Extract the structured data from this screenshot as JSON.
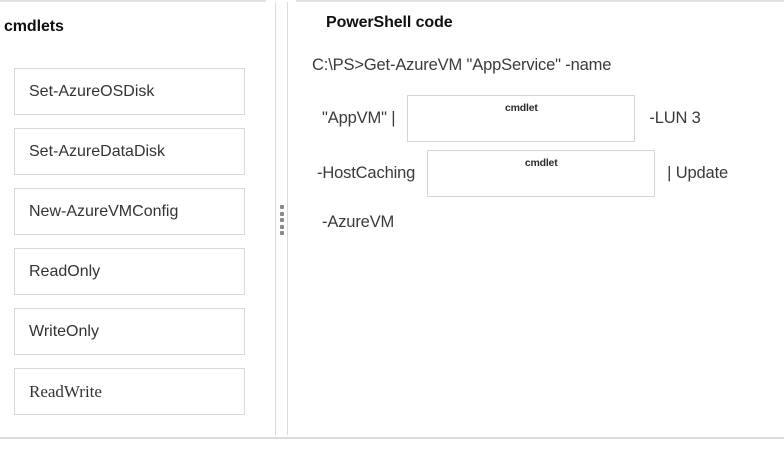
{
  "left_panel": {
    "title": "cmdlets",
    "items": [
      {
        "label": "Set-AzureOSDisk",
        "style": "sans"
      },
      {
        "label": "Set-AzureDataDisk",
        "style": "sans"
      },
      {
        "label": "New-AzureVMConfig",
        "style": "sans"
      },
      {
        "label": "ReadOnly",
        "style": "sans"
      },
      {
        "label": "WriteOnly",
        "style": "sans"
      },
      {
        "label": "ReadWrite",
        "style": "serif"
      }
    ]
  },
  "right_panel": {
    "title": "PowerShell code",
    "lines": {
      "line1": "C:\\PS>Get-AzureVM \"AppService\" -name",
      "line2_lead": "\"AppVM\" |",
      "line2_trail": "-LUN 3",
      "line3_lead": "-HostCaching",
      "line3_trail": "| Update",
      "line4": "-AzureVM"
    },
    "drop_targets": [
      {
        "placeholder": "cmdlet"
      },
      {
        "placeholder": "cmdlet"
      }
    ]
  },
  "splitter": {
    "grip_dots": 5
  },
  "colors": {
    "tile_border": "#d9d9d9",
    "drop_border": "#d4d4d4",
    "rule": "#e2e2e2",
    "text": "#333333",
    "heading": "#101010"
  }
}
